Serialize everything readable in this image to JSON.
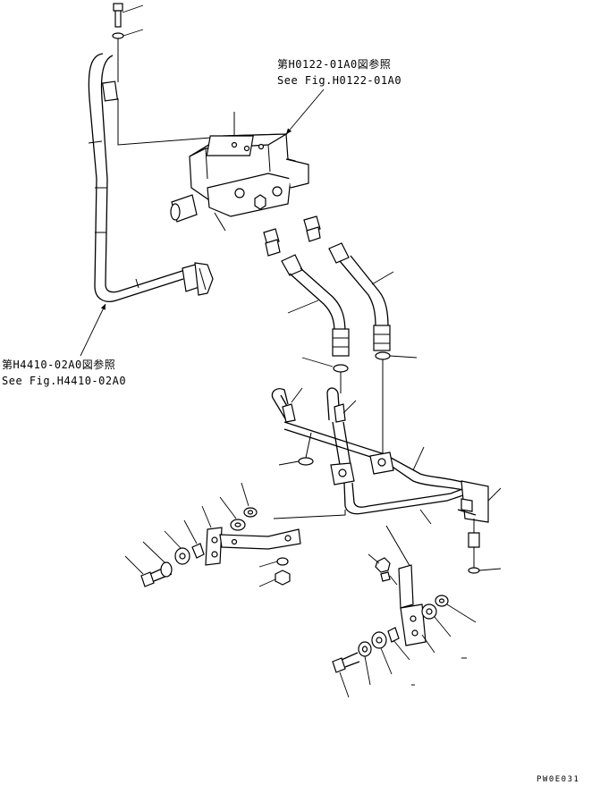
{
  "references": {
    "valve_ref_jp": "第H0122-01A0図参照",
    "valve_ref_en": "See Fig.H0122-01A0",
    "pump_ref_jp": "第H4410-02A0図参照",
    "pump_ref_en": "See Fig.H4410-02A0"
  },
  "drawing_code": "PW0E031"
}
